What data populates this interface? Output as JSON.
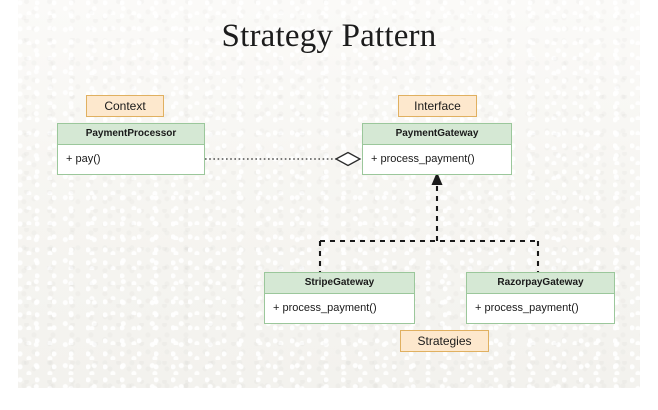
{
  "page": {
    "title": "Strategy Pattern",
    "background_color": "#f7f6f3",
    "page_color": "#ffffff"
  },
  "theme": {
    "class_header_fill": "#d5e8d4",
    "class_border": "#9bc79b",
    "class_body_fill": "#ffffff",
    "annotation_fill": "#fde8cd",
    "annotation_border": "#e0b060",
    "connector_color": "#1a1a1a",
    "text_color": "#1a1a1a"
  },
  "diagram": {
    "type": "uml-class-diagram",
    "classes": [
      {
        "id": "payment-processor",
        "name": "PaymentProcessor",
        "members": [
          "+ pay()"
        ],
        "role_label": "Context"
      },
      {
        "id": "payment-gateway",
        "name": "PaymentGateway",
        "members": [
          "+ process_payment()"
        ],
        "role_label": "Interface"
      },
      {
        "id": "stripe-gateway",
        "name": "StripeGateway",
        "members": [
          "+ process_payment()"
        ],
        "role_label": "Strategies"
      },
      {
        "id": "razorpay-gateway",
        "name": "RazorpayGateway",
        "members": [
          "+ process_payment()"
        ],
        "role_label": "Strategies"
      }
    ],
    "annotations": [
      {
        "id": "context",
        "label": "Context"
      },
      {
        "id": "interface",
        "label": "Interface"
      },
      {
        "id": "strategies",
        "label": "Strategies"
      }
    ],
    "relationships": [
      {
        "id": "processor-uses-gateway",
        "from": "payment-processor",
        "to": "payment-gateway",
        "kind": "aggregation",
        "line_style": "dotted",
        "end_marker": "hollow-diamond"
      },
      {
        "id": "stripe-implements-gateway",
        "from": "stripe-gateway",
        "to": "payment-gateway",
        "kind": "realization",
        "line_style": "dashed",
        "end_marker": "solid-arrowhead"
      },
      {
        "id": "razorpay-implements-gateway",
        "from": "razorpay-gateway",
        "to": "payment-gateway",
        "kind": "realization",
        "line_style": "dashed",
        "end_marker": "solid-arrowhead"
      }
    ]
  }
}
